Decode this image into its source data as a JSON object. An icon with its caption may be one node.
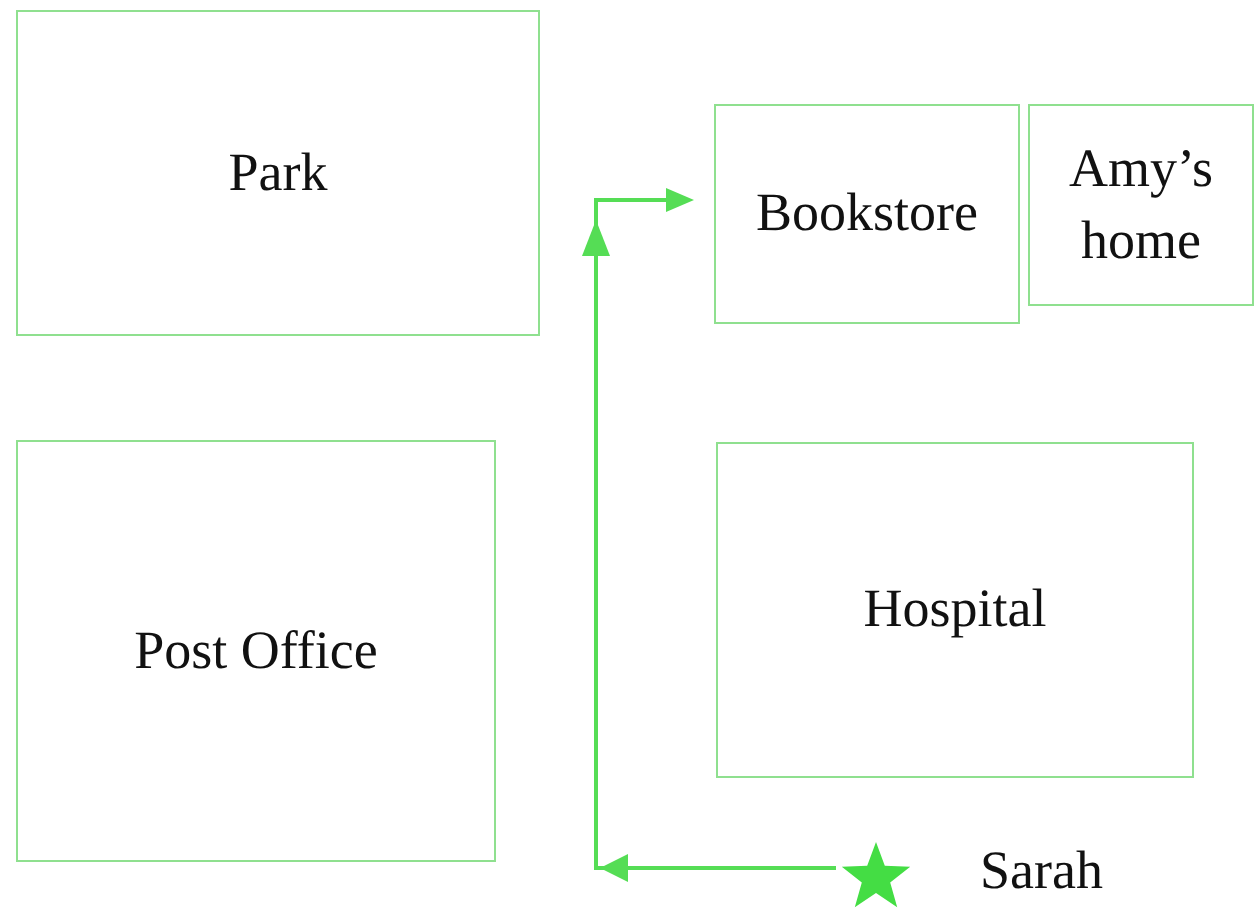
{
  "diagram": {
    "nodes": [
      {
        "text": [
          "Park"
        ]
      },
      {
        "text": [
          "Bookstore"
        ]
      },
      {
        "text": [
          "Amy’s home"
        ]
      },
      {
        "text": [
          "Post Office"
        ]
      },
      {
        "text": [
          "Hospital"
        ]
      },
      {
        "text": [],
        "shape": "star",
        "beside": [
          "Sarah"
        ]
      }
    ],
    "edges": [
      {
        "from": 5,
        "to": 1,
        "arrow": "to"
      }
    ]
  }
}
